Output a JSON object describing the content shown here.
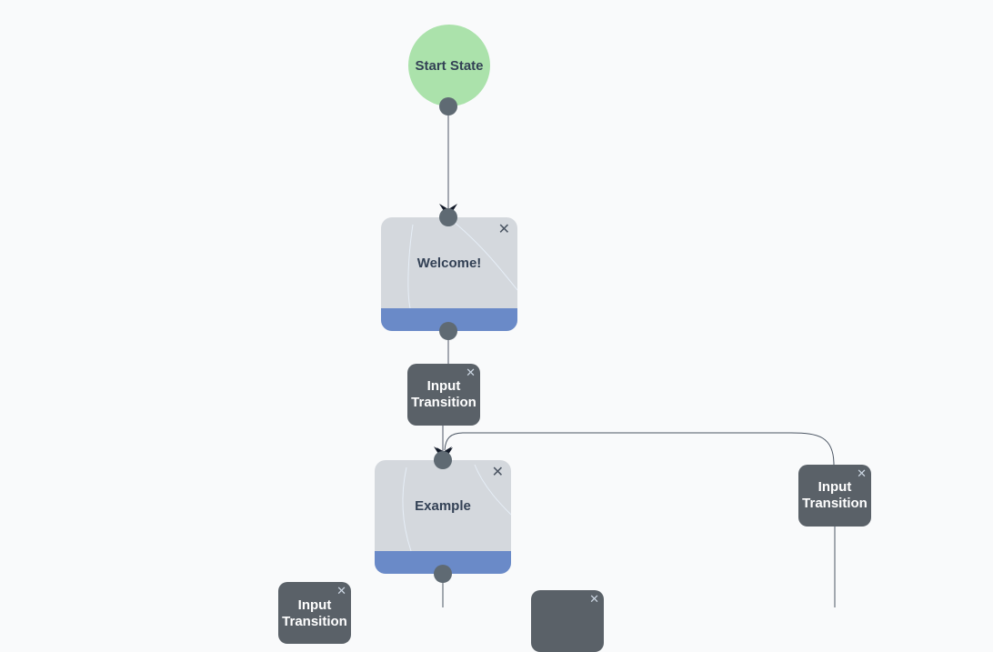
{
  "start": {
    "label": "Start State"
  },
  "states": [
    {
      "label": "Welcome!",
      "close": "✕"
    },
    {
      "label": "Example",
      "close": "✕"
    }
  ],
  "transitions": [
    {
      "label": "Input Transition",
      "line1": "Input",
      "line2": "Transition",
      "close": "✕"
    },
    {
      "label": "Input Transition",
      "line1": "Input",
      "line2": "Transition",
      "close": "✕"
    },
    {
      "label": "Input Transition",
      "line1": "Input",
      "line2": "Transition",
      "close": "✕"
    },
    {
      "label": "",
      "line1": "",
      "line2": "",
      "close": "✕"
    }
  ],
  "colors": {
    "background": "#f9fafb",
    "start_fill": "#abe2ab",
    "state_fill": "#d4d8dd",
    "state_footer": "#6a8ac8",
    "transition_fill": "#5a6168",
    "port": "#5f6a73",
    "edge": "#4b5563"
  },
  "icons": {
    "close": "close-icon",
    "arrow": "arrowhead-icon"
  }
}
